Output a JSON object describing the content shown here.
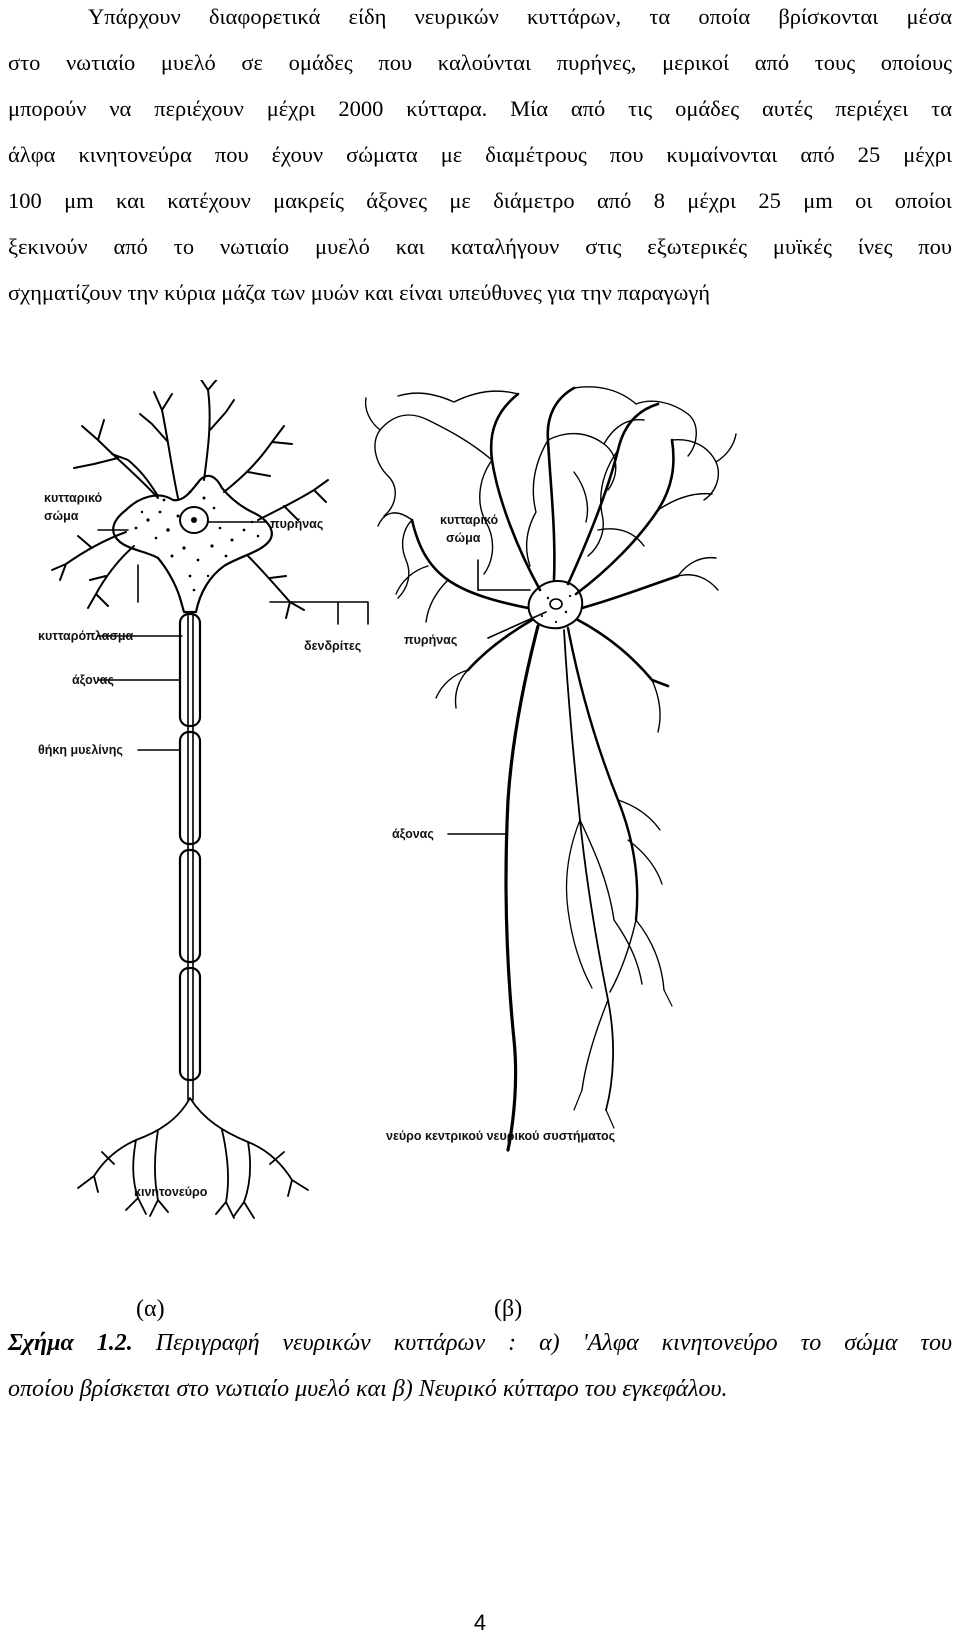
{
  "body_text": {
    "lines": [
      "Υπάρχουν διαφορετικά είδη νευρικών κυττάρων, τα οποία βρίσκονται μέσα",
      "στο νωτιαίο μυελό σε ομάδες που καλούνται πυρήνες, μερικοί από τους οποίους",
      "μπορούν να περιέχουν μέχρι 2000 κύτταρα.  Μία από τις ομάδες αυτές περιέχει τα",
      "άλφα κινητονεύρα που έχουν σώματα με διαμέτρους που κυμαίνονται από 25 μέχρι",
      "100 μm και κατέχουν μακρείς άξονες με διάμετρο από 8 μέχρι 25 μm οι οποίοι",
      "ξεκινούν από το νωτιαίο μυελό και καταλήγουν στις εξωτερικές μυϊκές ίνες που",
      "σχηματίζουν την κύρια μάζα των μυών και είναι υπεύθυνες για την  παραγωγή"
    ]
  },
  "figure": {
    "labels_a": {
      "cell_body": [
        "κυτταρικό",
        "σώμα"
      ],
      "nucleus": "πυρήνας",
      "cytoplasm": "κυτταρόπλασμα",
      "axon": "άξονας",
      "myelin_sheath": "θήκη μυελίνης",
      "motor_neuron": "κινητονεύρο"
    },
    "labels_shared": {
      "dendrites": "δενδρίτες"
    },
    "labels_b": {
      "cell_body": [
        "κυτταρικό",
        "σώμα"
      ],
      "nucleus": "πυρήνας",
      "axon": "άξονας",
      "cns_neuron": "νεύρο κεντρικού νευρικού συστήματος"
    },
    "sub_a": "(α)",
    "sub_b": "(β)"
  },
  "caption": {
    "label": "Σχήμα 1.2.",
    "line1_text": " Περιγραφή νευρικών κυττάρων : α) 'Αλφα κινητονεύρο το σώμα του",
    "line2_text": "οποίου βρίσκεται στο νωτιαίο μυελό και β) Νευρικό κύτταρο του εγκεφάλου."
  },
  "page_number": "4"
}
